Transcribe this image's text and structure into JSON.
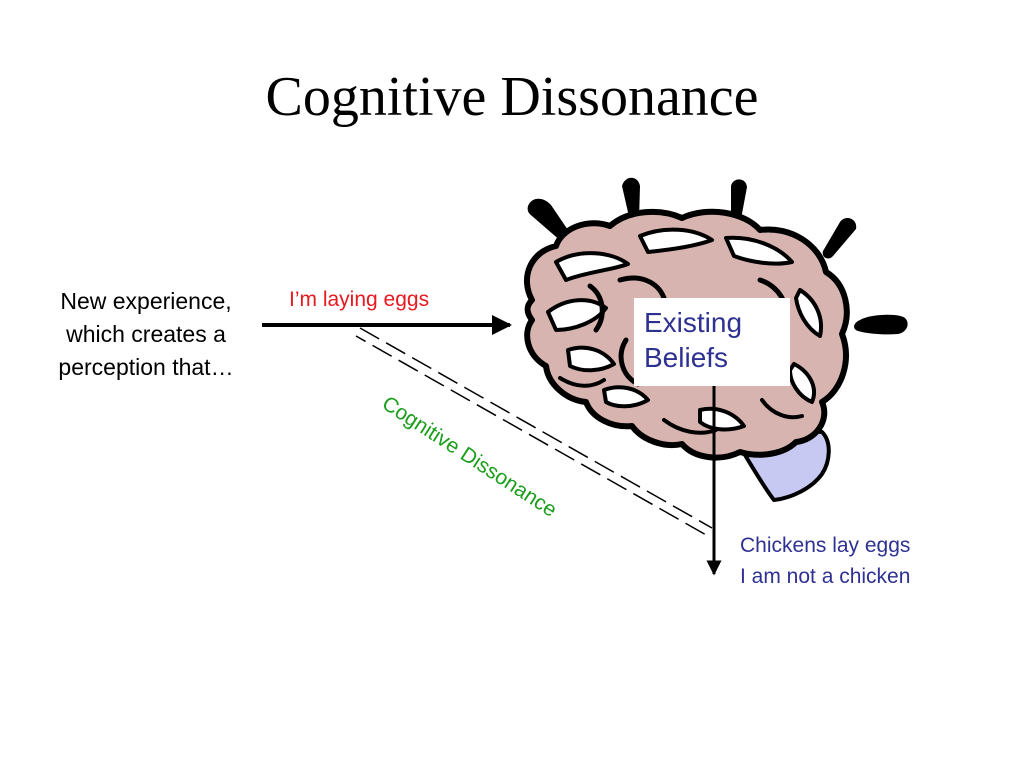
{
  "slide": {
    "title": "Cognitive Dissonance"
  },
  "diagram": {
    "experience_lines": [
      "New experience,",
      "which creates a",
      "perception that…"
    ],
    "perception": "I’m laying eggs",
    "beliefs_lines": [
      "Existing",
      "Beliefs"
    ],
    "conflict_label": "Cognitive Dissonance",
    "belief_statements": [
      "Chickens lay eggs",
      "I am not a chicken"
    ]
  },
  "colors": {
    "title": "#000000",
    "experience_text": "#000000",
    "perception_text": "#e8191f",
    "beliefs_text": "#2e3192",
    "conflict_text": "#1b9e1b",
    "belief_statements_text": "#2e3192",
    "brain_fill": "#d8b4b0",
    "brain_stem_fill": "#c7c9f2",
    "outline": "#000000"
  },
  "icons": {
    "brain": "brain-illustration",
    "emphasis": "emphasis-strokes"
  }
}
